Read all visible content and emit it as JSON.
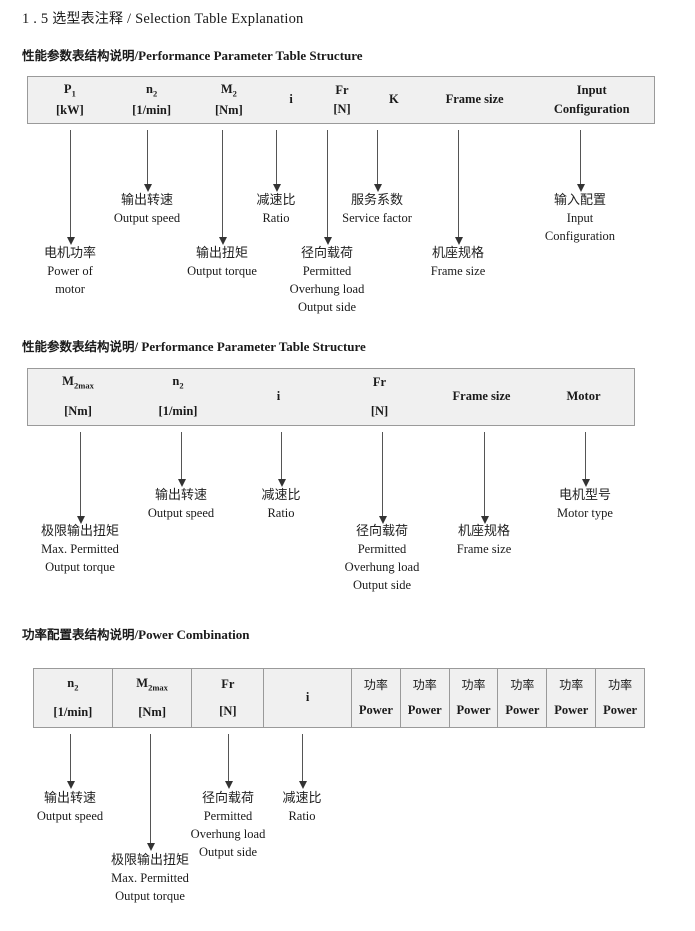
{
  "page": {
    "section_number": "1 . 5",
    "section_title_cn": "选型表注释",
    "section_title_sep": "/",
    "section_title_en": "Selection Table Explanation"
  },
  "sections": [
    {
      "heading_cn": "性能参数表结构说明",
      "heading_sep": "/",
      "heading_en": "Performance Parameter Table Structure",
      "columns": [
        {
          "l1": "P",
          "l1_sub": "1",
          "l2": "[kW]"
        },
        {
          "l1": "n",
          "l1_sub": "2",
          "l2": "[1/min]"
        },
        {
          "l1": "M",
          "l1_sub": "2",
          "l2": "[Nm]"
        },
        {
          "l1": "i",
          "l1_sub": "",
          "l2": ""
        },
        {
          "l1": "Fr",
          "l1_sub": "",
          "l2": "[N]"
        },
        {
          "l1": "K",
          "l1_sub": "",
          "l2": ""
        },
        {
          "l1": "Frame size",
          "l1_sub": "",
          "l2": ""
        },
        {
          "l1": "Input",
          "l1_sub": "",
          "l2": "Configuration"
        }
      ],
      "annotations": [
        {
          "cn": "电机功率",
          "en": [
            "Power of",
            "motor"
          ]
        },
        {
          "cn": "输出转速",
          "en": [
            "Output speed"
          ]
        },
        {
          "cn": "输出扭矩",
          "en": [
            "Output torque"
          ]
        },
        {
          "cn": "减速比",
          "en": [
            "Ratio"
          ]
        },
        {
          "cn": "径向载荷",
          "en": [
            "Permitted",
            "Overhung load",
            "Output side"
          ]
        },
        {
          "cn": "服务系数",
          "en": [
            "Service factor"
          ]
        },
        {
          "cn": "机座规格",
          "en": [
            "Frame size"
          ]
        },
        {
          "cn": "输入配置",
          "en": [
            "Input",
            "Configuration"
          ]
        }
      ]
    },
    {
      "heading_cn": "性能参数表结构说明",
      "heading_sep": "/",
      "heading_en": "Performance Parameter Table Structure",
      "columns": [
        {
          "l1": "M",
          "l1_sub": "2max",
          "l2": "[Nm]"
        },
        {
          "l1": "n",
          "l1_sub": "2",
          "l2": "[1/min]"
        },
        {
          "l1": "i",
          "l1_sub": "",
          "l2": ""
        },
        {
          "l1": "Fr",
          "l1_sub": "",
          "l2": "[N]"
        },
        {
          "l1": "Frame size",
          "l1_sub": "",
          "l2": ""
        },
        {
          "l1": "Motor",
          "l1_sub": "",
          "l2": ""
        }
      ],
      "annotations": [
        {
          "cn": "极限输出扭矩",
          "en": [
            "Max. Permitted",
            "Output  torque"
          ]
        },
        {
          "cn": "输出转速",
          "en": [
            "Output speed"
          ]
        },
        {
          "cn": "减速比",
          "en": [
            "Ratio"
          ]
        },
        {
          "cn": "径向载荷",
          "en": [
            "Permitted",
            "Overhung load",
            "Output side"
          ]
        },
        {
          "cn": "机座规格",
          "en": [
            "Frame size"
          ]
        },
        {
          "cn": "电机型号",
          "en": [
            "Motor type"
          ]
        }
      ]
    },
    {
      "heading_cn": "功率配置表结构说明",
      "heading_sep": "/",
      "heading_en": "Power Combination",
      "columns": [
        {
          "l1": "n",
          "l1_sub": "2",
          "l2": "[1/min]"
        },
        {
          "l1": "M",
          "l1_sub": "2max",
          "l2": "[Nm]"
        },
        {
          "l1": "Fr",
          "l1_sub": "",
          "l2": "[N]"
        },
        {
          "l1": "i",
          "l1_sub": "",
          "l2": ""
        },
        {
          "l1": "功率",
          "l1_sub": "",
          "l2": "Power",
          "cn_first": true
        },
        {
          "l1": "功率",
          "l1_sub": "",
          "l2": "Power",
          "cn_first": true
        },
        {
          "l1": "功率",
          "l1_sub": "",
          "l2": "Power",
          "cn_first": true
        },
        {
          "l1": "功率",
          "l1_sub": "",
          "l2": "Power",
          "cn_first": true
        },
        {
          "l1": "功率",
          "l1_sub": "",
          "l2": "Power",
          "cn_first": true
        },
        {
          "l1": "功率",
          "l1_sub": "",
          "l2": "Power",
          "cn_first": true
        }
      ],
      "annotations": [
        {
          "cn": "输出转速",
          "en": [
            "Output speed"
          ]
        },
        {
          "cn": "极限输出扭矩",
          "en": [
            "Max. Permitted",
            "Output  torque"
          ]
        },
        {
          "cn": "径向载荷",
          "en": [
            "Permitted",
            "Overhung load",
            "Output side"
          ]
        },
        {
          "cn": "减速比",
          "en": [
            "Ratio"
          ]
        }
      ]
    }
  ]
}
